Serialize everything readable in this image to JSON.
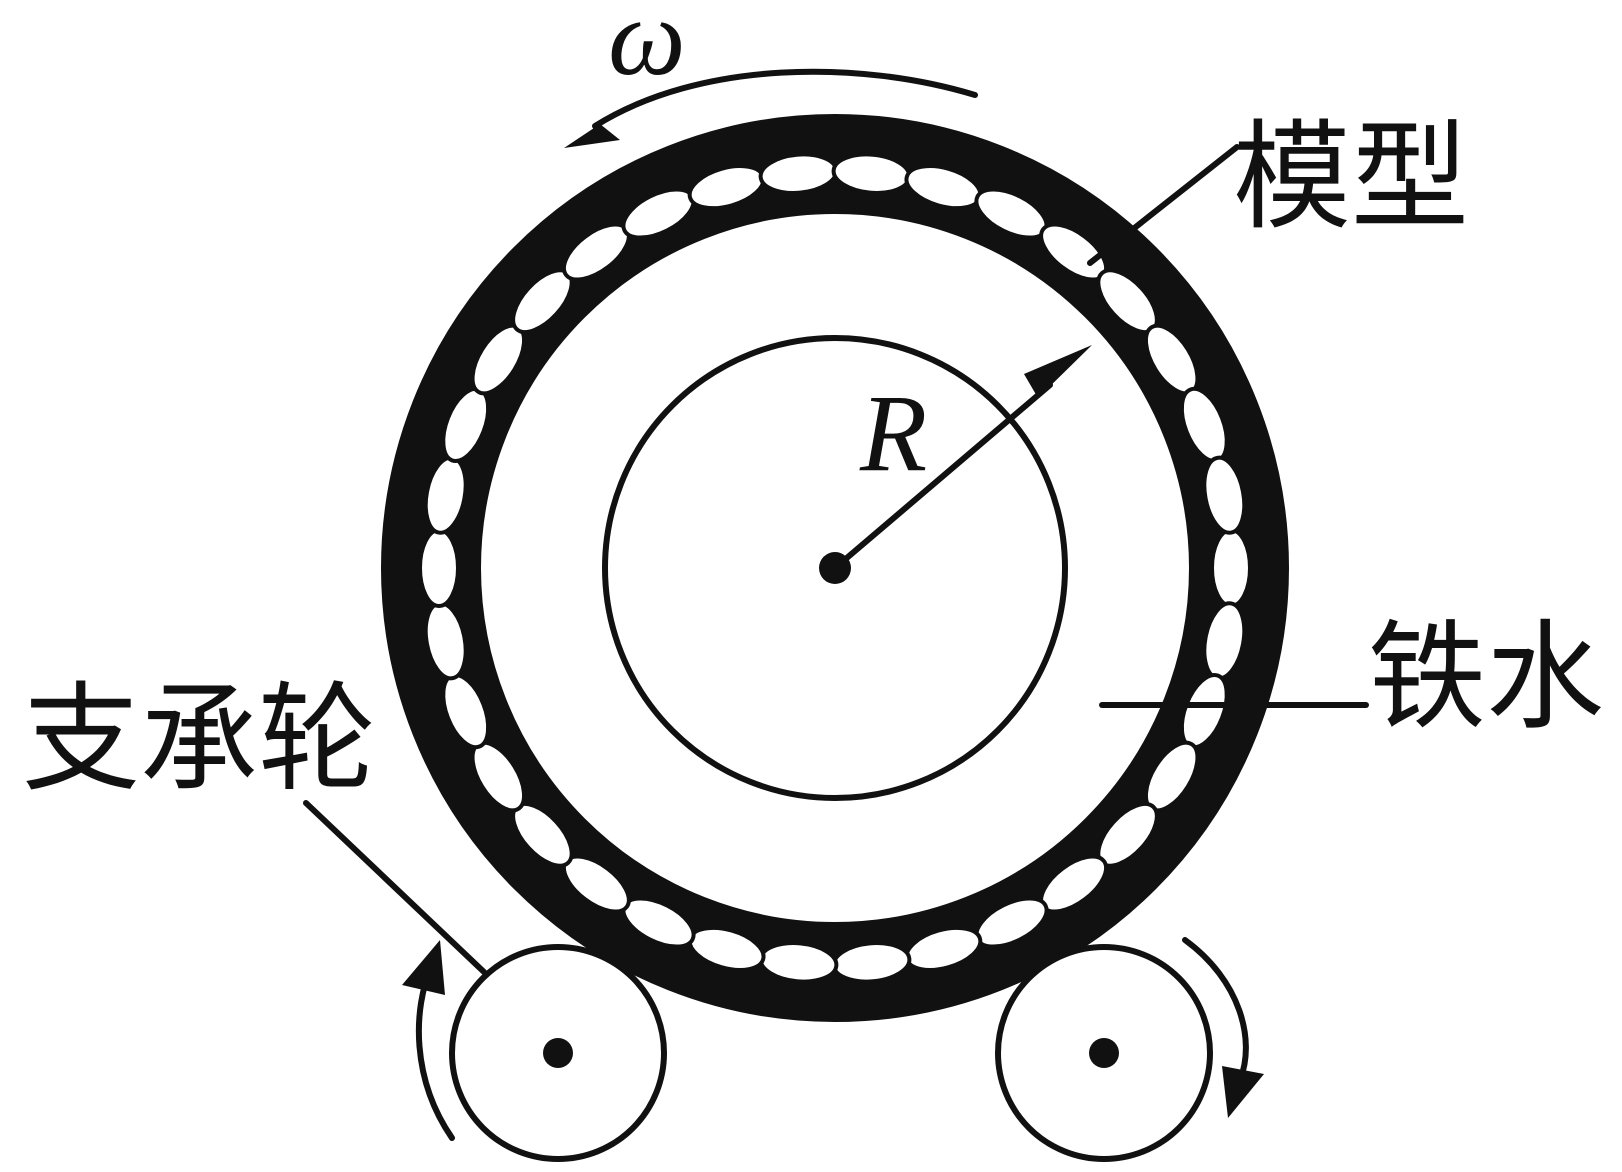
{
  "labels": {
    "model": "模型",
    "molten_iron": "铁水",
    "support_wheel": "支承轮",
    "radius": "R",
    "omega": "ω"
  },
  "colors": {
    "ink": "#111111",
    "background": "#ffffff"
  },
  "icons": {
    "center": "dot-icon",
    "rotation": "curved-arrow-icon"
  }
}
